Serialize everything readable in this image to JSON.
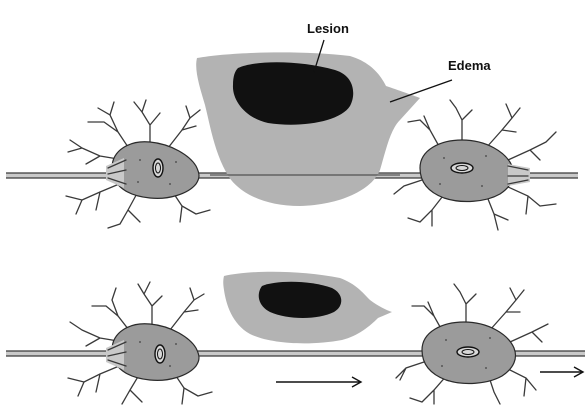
{
  "labels": {
    "lesion": "Lesion",
    "edema": "Edema"
  },
  "colors": {
    "lesion": "#111111",
    "edema": "#b3b3b3",
    "neuron": "#9b9b9b",
    "background": "#ffffff"
  },
  "panels": [
    {
      "id": "top",
      "description_hidden": true
    },
    {
      "id": "bottom",
      "description_hidden": true
    }
  ]
}
